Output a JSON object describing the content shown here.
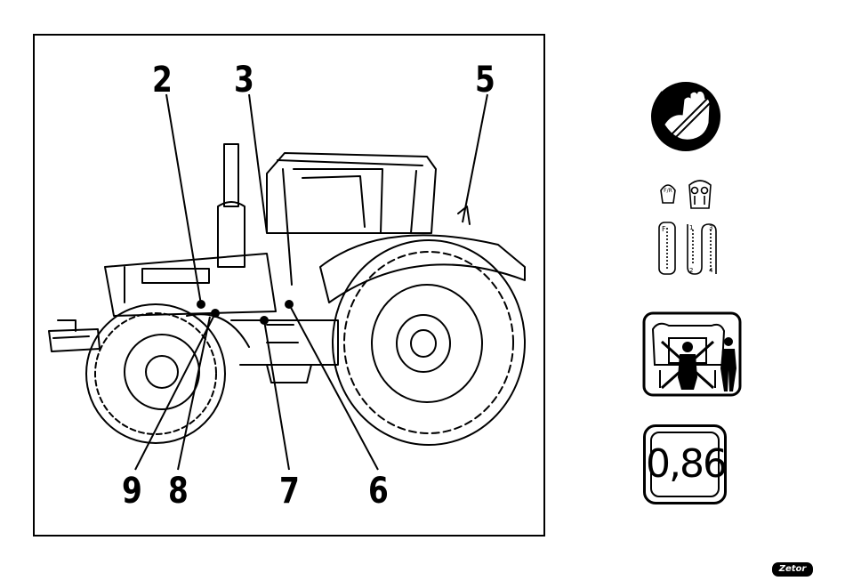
{
  "figure": {
    "callouts": {
      "c2": "2",
      "c3": "3",
      "c5": "5",
      "c9": "9",
      "c8": "8",
      "c7": "7",
      "c6": "6"
    }
  },
  "stickers": {
    "hand_warning": {
      "icon": "hand-crush-icon"
    },
    "lever_pictogram": {
      "icon": "gear-lever-icon"
    },
    "person_warning": {
      "icon": "person-crush-icon"
    },
    "pressure_label": {
      "value": "0,86"
    }
  },
  "brand": {
    "logo_text": "Zetor"
  }
}
